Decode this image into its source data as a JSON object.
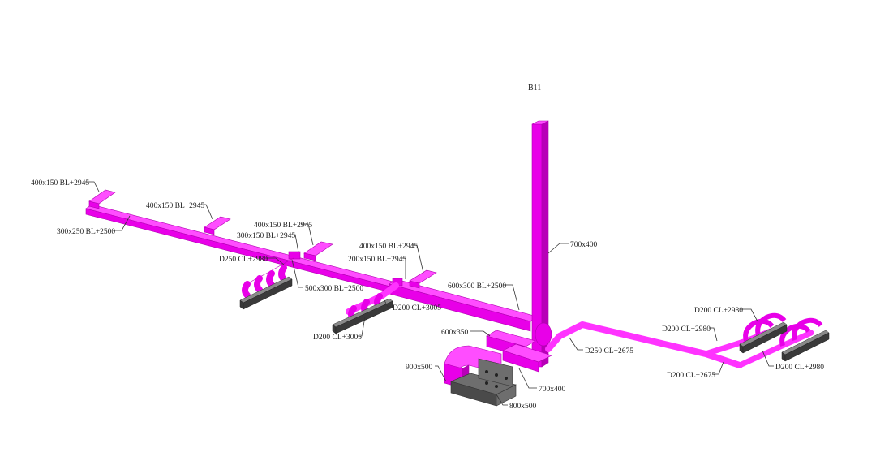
{
  "title": "B11",
  "colors": {
    "duct": "#ff33ff",
    "grille": "#3a3a3a",
    "unit": "#6e6e6e"
  },
  "labels": [
    {
      "id": "l1",
      "text": "400x150 BL+2945"
    },
    {
      "id": "l2",
      "text": "400x150 BL+2945"
    },
    {
      "id": "l3",
      "text": "300x250 BL+2500"
    },
    {
      "id": "l4",
      "text": "400x150 BL+2945"
    },
    {
      "id": "l5",
      "text": "300x150 BL+2945"
    },
    {
      "id": "l6",
      "text": "D250 CL+2980"
    },
    {
      "id": "l7",
      "text": "500x300 BL+2500"
    },
    {
      "id": "l8",
      "text": "400x150 BL+2945"
    },
    {
      "id": "l9",
      "text": "200x150 BL+2945"
    },
    {
      "id": "l10",
      "text": "D200 CL+3005"
    },
    {
      "id": "l11",
      "text": "D200 CL+3005"
    },
    {
      "id": "l12",
      "text": "600x300 BL+2500"
    },
    {
      "id": "l13",
      "text": "700x400"
    },
    {
      "id": "l14",
      "text": "600x350"
    },
    {
      "id": "l15",
      "text": "900x500"
    },
    {
      "id": "l16",
      "text": "700x400"
    },
    {
      "id": "l17",
      "text": "800x500"
    },
    {
      "id": "l18",
      "text": "D250 CL+2675"
    },
    {
      "id": "l19",
      "text": "D200 CL+2980"
    },
    {
      "id": "l20",
      "text": "D200 CL+2980"
    },
    {
      "id": "l21",
      "text": "D200 CL+2675"
    },
    {
      "id": "l22",
      "text": "D200 CL+2980"
    }
  ]
}
